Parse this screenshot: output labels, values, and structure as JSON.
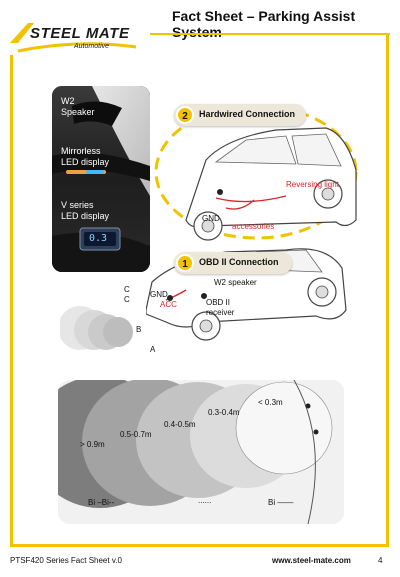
{
  "header": {
    "brand": "STEEL MATE",
    "brand_sub": "Automotive",
    "title": "Fact Sheet – Parking Assist System"
  },
  "photo": {
    "labels": [
      "W2\nSpeaker",
      "Mirrorless\nLED display",
      "V series\nLED display"
    ],
    "display_readout": "0.3"
  },
  "callouts": [
    {
      "number": "2",
      "label": "Hardwired Connection"
    },
    {
      "number": "1",
      "label": "OBD II Connection"
    }
  ],
  "car_labels": {
    "reversing_light": "Reversing light",
    "gnd_top": "GND",
    "accessories": "accessories",
    "w2_speaker": "W2 speaker",
    "gnd_low": "GND",
    "acc": "ACC",
    "obd_receiver": "OBD II\nreceiver",
    "sensor_c1": "C",
    "sensor_c2": "C",
    "sensor_b": "B",
    "sensor_a": "A"
  },
  "zones": {
    "labels": [
      "> 0.9m",
      "0.5-0.7m",
      "0.4-0.5m",
      "0.3-0.4m",
      "< 0.3m"
    ],
    "beeps": [
      "Bi –Bi--",
      "......",
      "Bi ——"
    ]
  },
  "footer": {
    "series": "PTSF420 Series Fact Sheet v.0",
    "url": "www.steel-mate.com",
    "page": "4"
  },
  "colors": {
    "accent_yellow": "#f2c200",
    "wire_red": "#d8262a"
  }
}
